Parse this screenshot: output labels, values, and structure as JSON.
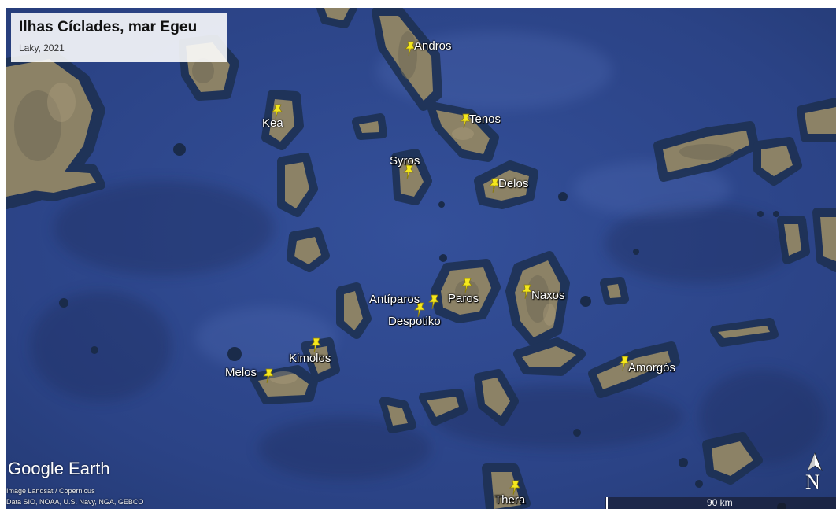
{
  "title_card": {
    "title": "Ilhas Cíclades, mar Egeu",
    "subtitle": "Laky, 2021"
  },
  "colors": {
    "sea": "#2c4489",
    "shelf": "#1d3050",
    "land": "#8c8266",
    "pin": "#f5e81c",
    "label": "#ffffff"
  },
  "islands": [
    {
      "name": "Andros"
    },
    {
      "name": "Kea"
    },
    {
      "name": "Tenos"
    },
    {
      "name": "Syros"
    },
    {
      "name": "Delos"
    },
    {
      "name": "Antíparos"
    },
    {
      "name": "Paros"
    },
    {
      "name": "Naxos"
    },
    {
      "name": "Despotiko"
    },
    {
      "name": "Kimolos"
    },
    {
      "name": "Melos"
    },
    {
      "name": "Amorgós"
    },
    {
      "name": "Thera"
    }
  ],
  "branding": {
    "logo": "Google Earth",
    "credit_image": "Image Landsat / Copernicus",
    "credit_data": "Data SIO, NOAA, U.S. Navy, NGA, GEBCO"
  },
  "compass": {
    "label": "N",
    "icon": "north-arrow-icon"
  },
  "scale": {
    "label": "90 km"
  }
}
